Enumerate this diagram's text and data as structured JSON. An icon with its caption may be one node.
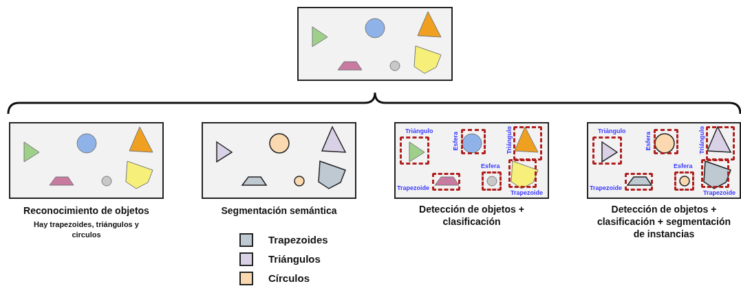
{
  "diagram": {
    "nodes": [
      {
        "text": [],
        "shape": "picture"
      },
      {
        "text": [
          "Reconocimiento de objetos",
          "Hay trapezoides, triángulos y circulos"
        ]
      },
      {
        "text": [
          "Segmentación semántica"
        ]
      },
      {
        "text": [
          "Detección de objetos + clasificación"
        ]
      },
      {
        "text": [
          "Detección de objetos + clasificación + segmentación de instancias"
        ]
      },
      {
        "text": [],
        "shape": "box",
        "in": 3,
        "beside": [
          "Triángulo"
        ]
      },
      {
        "text": [],
        "shape": "box",
        "in": 3,
        "beside": [
          "Esfera"
        ]
      },
      {
        "text": [],
        "shape": "box",
        "in": 3,
        "beside": [
          "Triángulo"
        ]
      },
      {
        "text": [],
        "shape": "box",
        "in": 3,
        "beside": [
          "Trapezoide"
        ]
      },
      {
        "text": [],
        "shape": "box",
        "in": 3,
        "beside": [
          "Esfera"
        ]
      },
      {
        "text": [],
        "shape": "box",
        "in": 3,
        "beside": [
          "Trapezoide"
        ]
      },
      {
        "text": [],
        "shape": "box",
        "in": 4,
        "beside": [
          "Triángulo"
        ]
      },
      {
        "text": [],
        "shape": "box",
        "in": 4,
        "beside": [
          "Esfera"
        ]
      },
      {
        "text": [],
        "shape": "box",
        "in": 4,
        "beside": [
          "Triángulo"
        ]
      },
      {
        "text": [],
        "shape": "box",
        "in": 4,
        "beside": [
          "Trapezoide"
        ]
      },
      {
        "text": [],
        "shape": "box",
        "in": 4,
        "beside": [
          "Esfera"
        ]
      },
      {
        "text": [],
        "shape": "box",
        "in": 4,
        "beside": [
          "Trapezoide"
        ]
      }
    ],
    "legend": [
      {
        "text": "Trapezoides",
        "color": "#bfc9d2"
      },
      {
        "text": "Triángulos",
        "color": "#d9d2e6"
      },
      {
        "text": "Círculos",
        "color": "#fad9b0"
      }
    ]
  }
}
